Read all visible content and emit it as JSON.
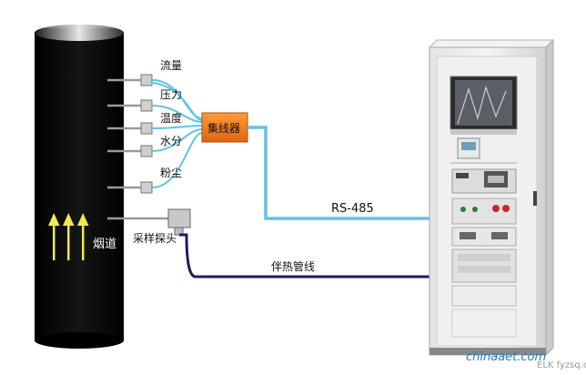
{
  "labels": {
    "flow": "流量",
    "pressure": "压力",
    "temperature": "温度",
    "moisture": "水分",
    "dust": "粉尘",
    "hub": "集线器",
    "probe": "采样探头",
    "flue": "烟道",
    "rs485": "RS-485",
    "heated_line": "伴热管线"
  },
  "watermark": {
    "brand": "chinaaet.com",
    "partner": "ELK fyzsq.com"
  },
  "colors": {
    "signal_cable": "#5ec4e6",
    "heated_line": "#1a1f5c",
    "hub_fill": "#f07a1a",
    "flue": "#0a0a0a",
    "arrow": "#f2e84a"
  }
}
